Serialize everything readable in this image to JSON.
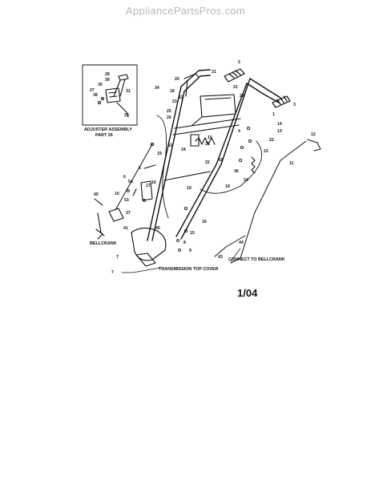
{
  "watermark": "AppliancePartsPros.com",
  "inset": {
    "title_line1": "ADJUSTER ASSEMBLY",
    "title_line2": "PART 26",
    "labels": [
      "28",
      "39",
      "30",
      "31",
      "27",
      "38",
      "29"
    ]
  },
  "callouts": [
    "2",
    "21",
    "3",
    "20",
    "34",
    "18",
    "22",
    "23",
    "21",
    "22",
    "14",
    "1",
    "13",
    "4",
    "22",
    "12",
    "23",
    "25",
    "26",
    "33",
    "19",
    "24",
    "10",
    "32",
    "22",
    "42",
    "36",
    "24",
    "5",
    "11",
    "6",
    "54",
    "17",
    "16",
    "19",
    "19",
    "40",
    "53",
    "37",
    "10",
    "41",
    "16",
    "15",
    "45",
    "8",
    "9",
    "44",
    "7",
    "43",
    "7"
  ],
  "captions": {
    "bellcrank": "BELLCRANK",
    "transmission": "TRANSMISSION TOP COVER",
    "connect": "CONNECT TO BELLCRANK"
  },
  "date_code": "1/04"
}
